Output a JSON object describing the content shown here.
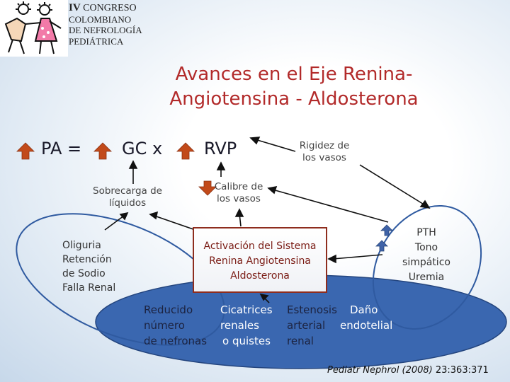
{
  "header": {
    "line1_prefix": "IV",
    "line1_rest": " CONGRESO",
    "line2": "COLOMBIANO",
    "line3": "DE NEFROLOGÍA",
    "line4": "PEDIÁTRICA"
  },
  "title": {
    "line1": "Avances en el Eje Renina-",
    "line2": "Angiotensina - Aldosterona"
  },
  "equation": {
    "pa": "PA =",
    "gc": "GC x",
    "rvp": "RVP"
  },
  "labels": {
    "rigidez_1": "Rigidez de",
    "rigidez_2": "los vasos",
    "sobrecarga_1": "Sobrecarga de",
    "sobrecarga_2": "líquidos",
    "calibre_1": "Calibre de",
    "calibre_2": "los vasos"
  },
  "left_list": [
    "Oliguria",
    "Retención",
    "de Sodio",
    "Falla Renal"
  ],
  "activation": {
    "line1": "Activación del Sistema",
    "line2": "Renina Angiotensina",
    "line3": "Aldosterona"
  },
  "right_list": [
    "PTH",
    "Tono",
    "simpático",
    "Uremia"
  ],
  "bottom": {
    "reducido": [
      "Reducido",
      "número",
      "de nefronas"
    ],
    "cicatrices": [
      "Cicatrices",
      "renales",
      "o quistes"
    ],
    "estenosis": [
      "Estenosis",
      "arterial",
      "renal"
    ],
    "dano": [
      "Daño",
      "endotelial"
    ]
  },
  "reference": {
    "journal": "Pediatr Nephrol (2008) ",
    "vol": "23:363:371"
  },
  "colors": {
    "title": "#b22a2a",
    "ellipse_fill": "#3a67b0",
    "arrow_up": "#c24a1a",
    "arrow_right_blue": "#3f63a8",
    "box_border": "#8e2d1e"
  }
}
